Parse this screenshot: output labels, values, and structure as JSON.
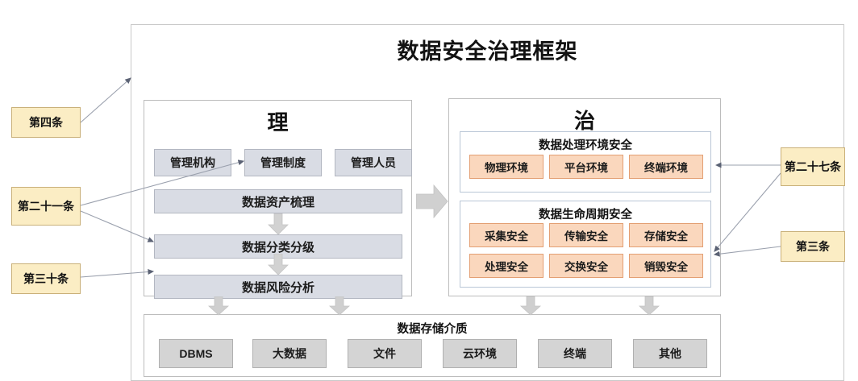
{
  "diagram": {
    "title": "数据安全治理框架",
    "left_panel": {
      "heading": "理",
      "top_row": [
        "管理机构",
        "管理制度",
        "管理人员"
      ],
      "stack": [
        "数据资产梳理",
        "数据分类分级",
        "数据风险分析"
      ]
    },
    "right_panel": {
      "heading": "治",
      "groups": [
        {
          "title": "数据处理环境安全",
          "items": [
            "物理环境",
            "平台环境",
            "终端环境"
          ]
        },
        {
          "title": "数据生命周期安全",
          "items": [
            "采集安全",
            "传输安全",
            "存储安全",
            "处理安全",
            "交换安全",
            "销毁安全"
          ]
        }
      ]
    },
    "storage": {
      "title": "数据存储介质",
      "items": [
        "DBMS",
        "大数据",
        "文件",
        "云环境",
        "终端",
        "其他"
      ]
    },
    "notes_left": [
      {
        "label": "第四条"
      },
      {
        "label": "第二十一条"
      },
      {
        "label": "第三十条"
      }
    ],
    "notes_right": [
      {
        "label": "第二十七条"
      },
      {
        "label": "第三条"
      }
    ],
    "colors": {
      "grey_fill": "#d9dce4",
      "grey_border": "#b3b7c1",
      "orange_fill": "#fad7bd",
      "orange_border": "#e39f73",
      "yellow_fill": "#fbedc4",
      "yellow_border": "#c9b079",
      "storage_fill": "#d4d4d4",
      "frame_border": "#c9c9c9",
      "arrow_grey": "#c6c6c6",
      "connector_line": "#9aa0ad"
    }
  }
}
